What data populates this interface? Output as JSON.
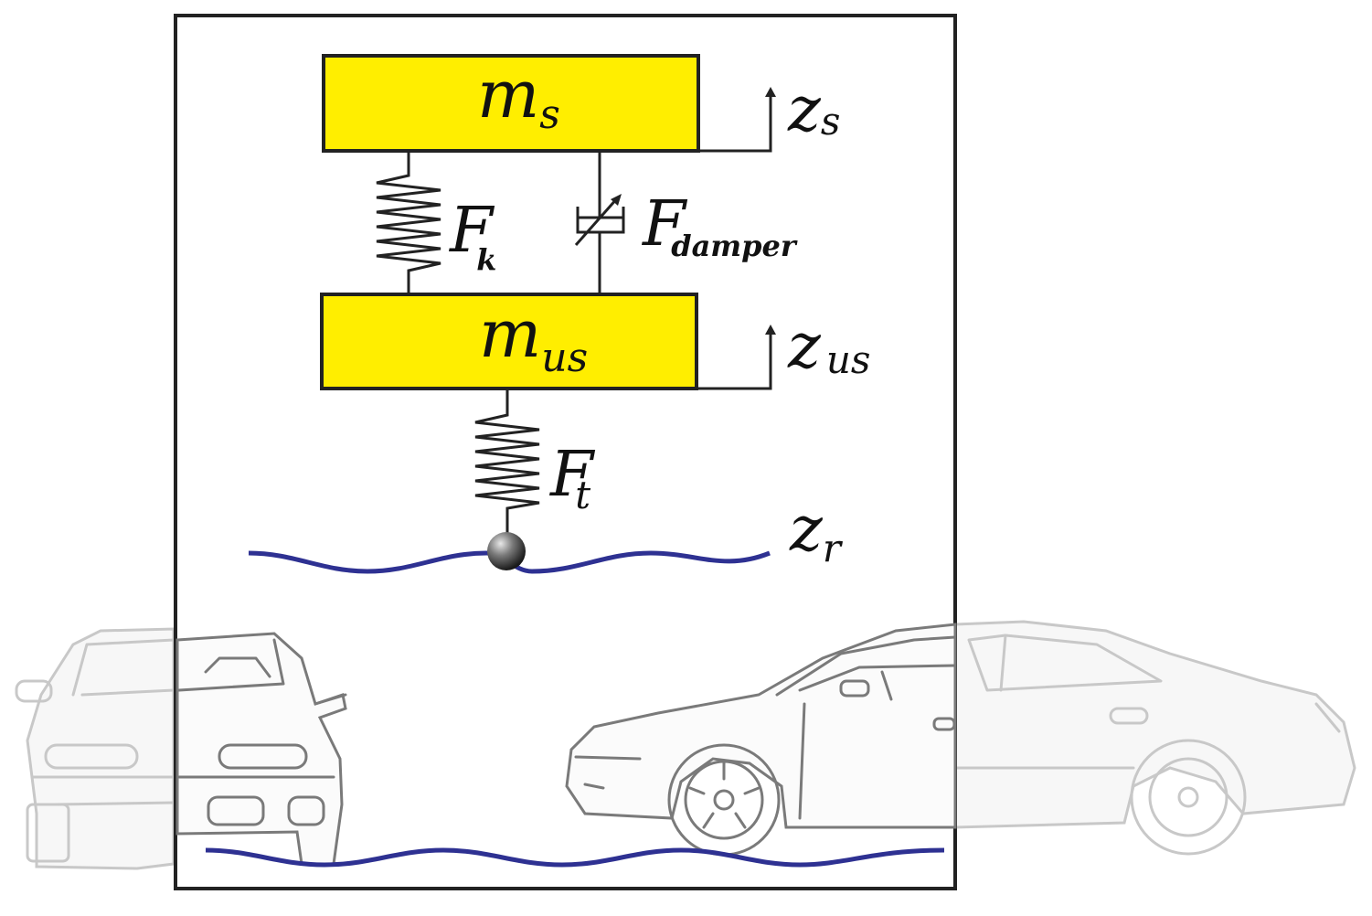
{
  "diagram": {
    "sprung_mass": {
      "symbol": "m",
      "subscript": "s"
    },
    "unsprung_mass": {
      "symbol": "m",
      "subscript": "us"
    },
    "suspension_spring": {
      "symbol": "F",
      "subscript": "k"
    },
    "damper": {
      "symbol": "F",
      "subscript": "damper"
    },
    "tire_spring": {
      "symbol": "F",
      "subscript": "t"
    },
    "displacement_sprung": {
      "symbol": "z",
      "subscript": "s"
    },
    "displacement_unsprung": {
      "symbol": "z",
      "subscript": "us"
    },
    "road_input": {
      "symbol": "z",
      "subscript": "r"
    }
  },
  "colors": {
    "mass_fill": "#ffee00",
    "road_wave": "#2e3192",
    "frame": "#222222",
    "car_faded": "#c8c8c8",
    "car_dark": "#7a7a7a"
  }
}
